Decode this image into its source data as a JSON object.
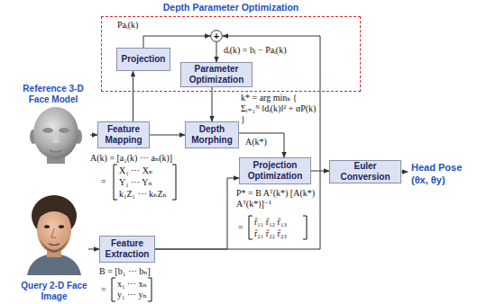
{
  "diagram": {
    "nodes": [
      {
        "text": [
          "Depth Parameter Optimization"
        ]
      },
      {
        "text": [
          "Projection"
        ],
        "in": 0
      },
      {
        "text": [
          "+"
        ],
        "in": 0
      },
      {
        "text": [
          "Parameter Optimization"
        ],
        "in": 0
      },
      {
        "text": [
          "Reference 3-D Face Model"
        ]
      },
      {
        "text": [
          "Feature Mapping"
        ]
      },
      {
        "text": [
          "Depth Morphing"
        ]
      },
      {
        "text": [
          "Projection Optimization"
        ]
      },
      {
        "text": [
          "Euler Conversion"
        ]
      },
      {
        "text": [
          "Head Pose",
          "(θx, θy)"
        ]
      },
      {
        "text": [
          "Query 2-D Face Image"
        ]
      },
      {
        "text": [
          "Feature Extraction"
        ]
      }
    ],
    "edges": [
      {
        "from": 4,
        "to": 5,
        "arrow": "to"
      },
      {
        "from": 5,
        "to": 1,
        "arrow": "to"
      },
      {
        "from": 1,
        "to": 2,
        "arrow": "to"
      },
      {
        "from": 2,
        "to": 3,
        "arrow": "to"
      },
      {
        "from": 3,
        "to": 6,
        "arrow": "to"
      },
      {
        "from": 5,
        "to": 6,
        "arrow": "to"
      },
      {
        "from": 6,
        "to": 7,
        "arrow": "to"
      },
      {
        "from": 7,
        "to": 8,
        "arrow": "to"
      },
      {
        "from": 8,
        "to": 9,
        "arrow": "to"
      },
      {
        "from": 10,
        "to": 11,
        "arrow": "to"
      },
      {
        "from": 11,
        "to": 7,
        "arrow": "to"
      },
      {
        "from": 11,
        "to": 2,
        "arrow": "to"
      }
    ],
    "labels": [
      "Paᵢ(k)",
      "dᵢ(k) = bᵢ − Paᵢ(k)",
      "k* = arg minₖ { Σᵢ₌₁ᴺ ‖dᵢ(k)‖² + αP(k) }",
      "A(k) = [a₁(k) ⋯ aₙ(k)]",
      "=",
      "X₁ ⋯ Xₙ",
      "Y₁ ⋯ Yₙ",
      "k₁Z₁ ⋯ kₙZₙ",
      "A(k*)",
      "P* = B Aᵀ(k*) [A(k*) Aᵀ(k*)]⁻¹",
      "=",
      "r̂₁₁ r̂₁₂ r̂₁₃",
      "r̂₂₁ r̂₂₂ r̂₂₃",
      "B = [b₁ ⋯ bₙ]",
      "=",
      "x₁ ⋯ xₙ",
      "y₁ ⋯ yₙ"
    ]
  }
}
